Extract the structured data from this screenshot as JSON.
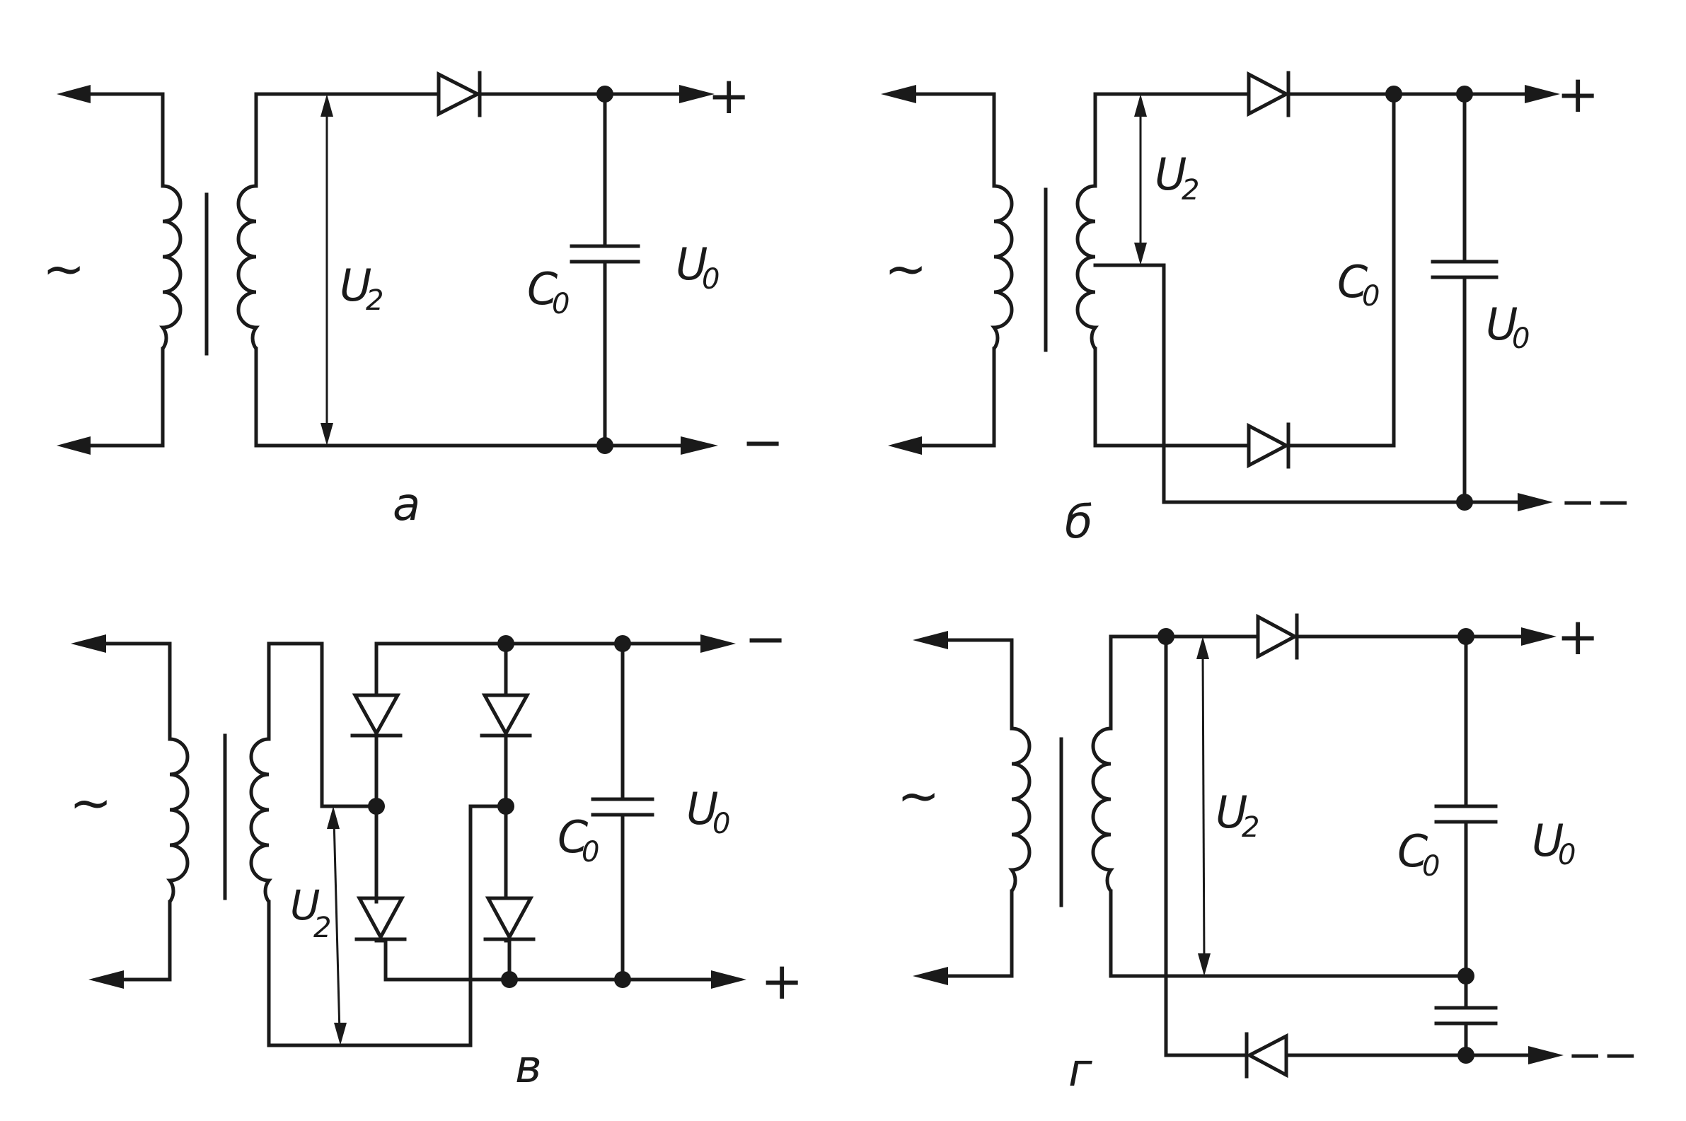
{
  "panels": [
    {
      "id": "a",
      "caption": "а",
      "u2": "U",
      "u2_sub": "2",
      "c0": "C",
      "c0_sub": "0",
      "u0": "U",
      "u0_sub": "0",
      "ac": "~",
      "plus": "+",
      "minus": "−"
    },
    {
      "id": "b",
      "caption": "б",
      "u2": "U",
      "u2_sub": "2",
      "c0": "C",
      "c0_sub": "0",
      "u0": "U",
      "u0_sub": "0",
      "ac": "~",
      "plus": "+",
      "minus": "−−"
    },
    {
      "id": "v",
      "caption": "в",
      "u2": "U",
      "u2_sub": "2",
      "c0": "C",
      "c0_sub": "0",
      "u0": "U",
      "u0_sub": "0",
      "ac": "~",
      "plus": "+",
      "minus": "−"
    },
    {
      "id": "g",
      "caption": "г",
      "u2": "U",
      "u2_sub": "2",
      "c0": "C",
      "c0_sub": "0",
      "u0": "U",
      "u0_sub": "0",
      "ac": "~",
      "plus": "+",
      "minus": "−−"
    }
  ]
}
